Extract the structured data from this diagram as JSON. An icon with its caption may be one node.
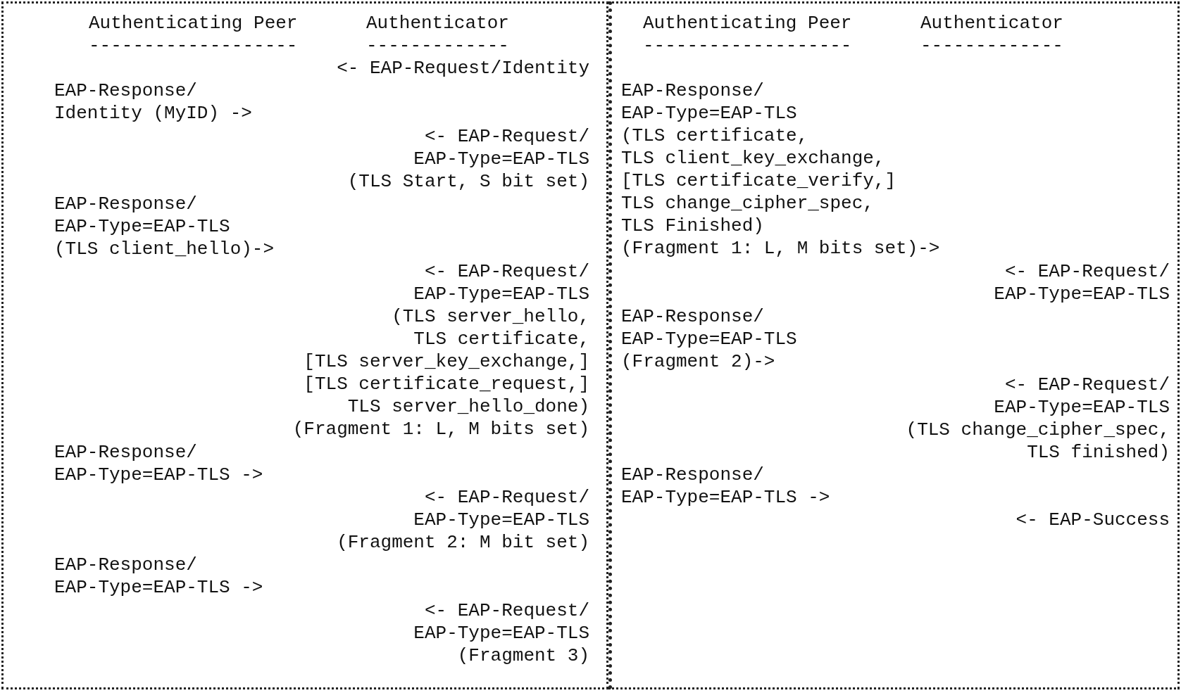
{
  "diagram": {
    "nodes": [
      {
        "text": [
          "Authenticating Peer",
          "Authenticator",
          "-------------------",
          "-------------",
          "<- EAP-Request/Identity",
          "EAP-Response/ Identity (MyID) ->",
          "<- EAP-Request/ EAP-Type=EAP-TLS (TLS Start, S bit set)",
          "EAP-Response/ EAP-Type=EAP-TLS (TLS client_hello)->",
          "<- EAP-Request/ EAP-Type=EAP-TLS (TLS server_hello, TLS certificate, [TLS server_key_exchange,] [TLS certificate_request,] TLS server_hello_done) (Fragment 1: L, M bits set)",
          "EAP-Response/ EAP-Type=EAP-TLS ->",
          "<- EAP-Request/ EAP-Type=EAP-TLS (Fragment 2: M bit set)",
          "EAP-Response/ EAP-Type=EAP-TLS ->",
          "<- EAP-Request/ EAP-Type=EAP-TLS (Fragment 3)"
        ]
      },
      {
        "text": [
          "Authenticating Peer",
          "Authenticator",
          "-------------------",
          "-------------",
          "EAP-Response/ EAP-Type=EAP-TLS (TLS certificate, TLS client_key_exchange, [TLS certificate_verify,] TLS change_cipher_spec, TLS Finished) (Fragment 1: L, M bits set)->",
          "<- EAP-Request/ EAP-Type=EAP-TLS",
          "EAP-Response/ EAP-Type=EAP-TLS (Fragment 2)->",
          "<- EAP-Request/ EAP-Type=EAP-TLS (TLS change_cipher_spec, TLS finished)",
          "EAP-Response/ EAP-Type=EAP-TLS ->",
          "<- EAP-Success"
        ]
      }
    ]
  }
}
